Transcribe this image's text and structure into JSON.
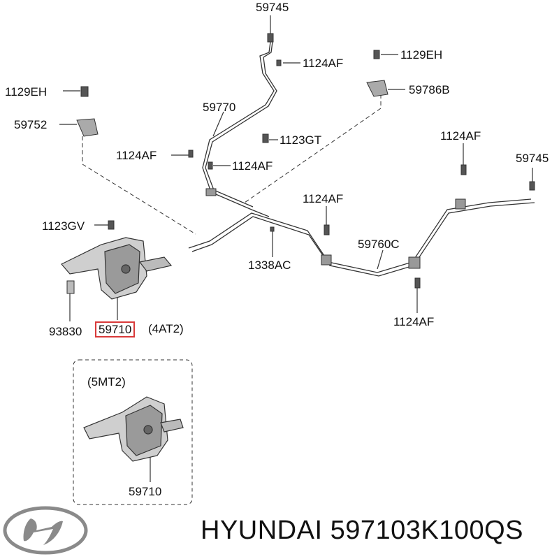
{
  "labels": {
    "l59745_top": "59745",
    "l1124af_a": "1124AF",
    "l1129eh_right": "1129EH",
    "l59786b": "59786B",
    "l1129eh_left": "1129EH",
    "l59752": "59752",
    "l59770": "59770",
    "l1123gt": "1123GT",
    "l1124af_b": "1124AF",
    "l1124af_c": "1124AF",
    "l1124af_d": "1124AF",
    "l59745_right": "59745",
    "l1124af_e": "1124AF",
    "l1123gv": "1123GV",
    "l59760c": "59760C",
    "l1338ac": "1338AC",
    "l93830": "93830",
    "l59710_hl": "59710",
    "l4at2": "(4AT2)",
    "l1124af_f": "1124AF",
    "l5mt2": "(5MT2)",
    "l59710_bottom": "59710"
  },
  "brand": {
    "name": "HYUNDAI 597103K100QS",
    "logo_icon": "hyundai-logo"
  },
  "colors": {
    "line": "#333333",
    "highlight": "#d93a3a",
    "part_fill": "#cfcfcf"
  }
}
